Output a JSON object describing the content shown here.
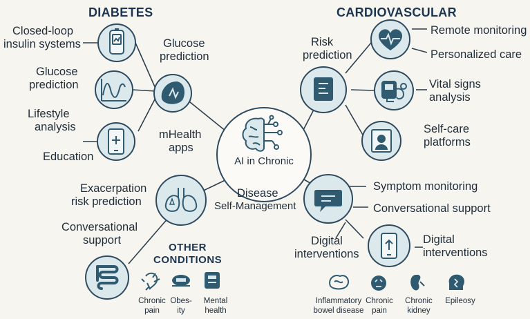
{
  "colors": {
    "background": "#f7f5f0",
    "node_fill": "#dbe8ec",
    "node_stroke": "#2e4a5e",
    "icon": "#2f5a70",
    "line": "#2e3f4c",
    "text": "#1f2d3a"
  },
  "center": {
    "line1": "AI in Chronic",
    "line2": "Disease",
    "line3": "Self-Management",
    "icon": "brain-circuit-icon"
  },
  "diabetes": {
    "title": "DIABETES",
    "hub_label": [
      "Glucose",
      "prediction"
    ],
    "mhealth_label": [
      "mHealth",
      "apps"
    ],
    "hub_icon": "glucose-drop-icon",
    "nodes": [
      {
        "label": [
          "Closed-loop",
          "insulin systems"
        ],
        "icon": "insulin-pump-icon"
      },
      {
        "label": [
          "Glucose",
          "prediction"
        ],
        "icon": "glucose-curve-icon"
      },
      {
        "label": [
          "Lifestyle",
          "analysis"
        ],
        "icon": ""
      },
      {
        "label": [
          "Education"
        ],
        "icon": "mobile-app-icon"
      }
    ]
  },
  "cardiovascular": {
    "title": "CARDIOVASCULAR",
    "hub_label": [
      "Risk",
      "prediction"
    ],
    "hub_icon": "clipboard-report-icon",
    "nodes": [
      {
        "label": [
          "Remote monitoring"
        ],
        "icon": "heart-pulse-icon"
      },
      {
        "label": [
          "Personalized care"
        ],
        "icon": ""
      },
      {
        "label": [
          "Vital signs",
          "analysis"
        ],
        "icon": "blood-pressure-monitor-icon"
      },
      {
        "label": [
          "Self-care",
          "platforms"
        ],
        "icon": "self-care-app-icon"
      }
    ]
  },
  "respiratory": {
    "hub_label": [
      "Exacerpation",
      "risk prediction"
    ],
    "conversational": [
      "Conversational",
      "support"
    ],
    "hub_icon": "lungs-icon",
    "leaf_icon": "intestine-icon"
  },
  "other": {
    "title": [
      "OTHER",
      "CONDITIONS"
    ],
    "items": [
      {
        "label": [
          "Chronic",
          "pain"
        ],
        "icon": "pain-joint-icon"
      },
      {
        "label": [
          "Obes-",
          "ity"
        ],
        "icon": "weight-scale-tape-icon"
      },
      {
        "label": [
          "Mental",
          "health"
        ],
        "icon": "mental-health-icon"
      }
    ]
  },
  "mental": {
    "hub_icon": "chat-bubble-icon",
    "nodes": [
      {
        "label": [
          "Symptom monitoring"
        ]
      },
      {
        "label": [
          "Conversational support"
        ]
      },
      {
        "label": [
          "Digital",
          "interventions"
        ],
        "icon": "digital-intervention-phone-icon"
      }
    ],
    "digital_left": [
      "Digital",
      "interventions"
    ],
    "items": [
      {
        "label": [
          "Inflammatory",
          "bowel disease"
        ],
        "icon": "ibd-brain-icon"
      },
      {
        "label": [
          "Chronic",
          "pain"
        ],
        "icon": "chronic-pain-icon"
      },
      {
        "label": [
          "Chronic",
          "kidney"
        ],
        "icon": "kidney-icon"
      },
      {
        "label": [
          "Epileosy"
        ],
        "icon": "epilepsy-head-icon"
      }
    ]
  }
}
